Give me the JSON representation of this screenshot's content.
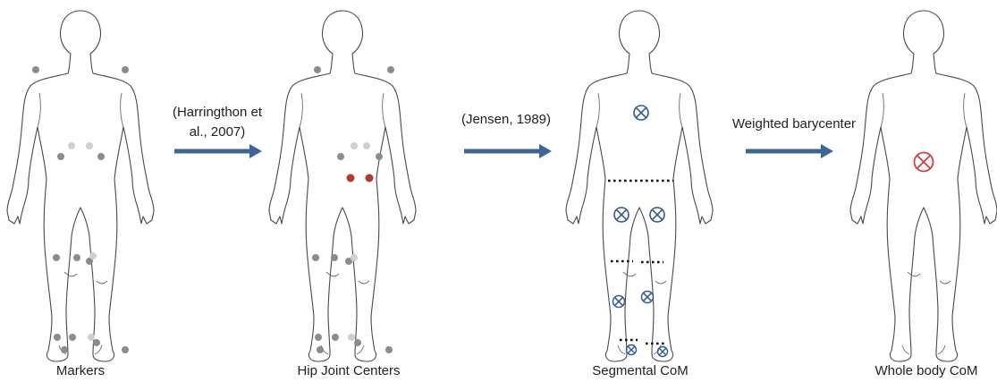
{
  "colors": {
    "outline": "#4a4a4a",
    "marker_dark": "#8c8c8c",
    "marker_light": "#cfcfcf",
    "hip_center": "#b33a2e",
    "segment_com": "#2f5a8f",
    "whole_com": "#d04040",
    "arrow": "#3c6696",
    "boundary": "#111111"
  },
  "icons": {
    "com_symbol": "circled-x-icon"
  },
  "figures": [
    {
      "id": "markers",
      "caption": "Markers"
    },
    {
      "id": "hip-joint-centers",
      "caption": "Hip Joint Centers"
    },
    {
      "id": "segmental-com",
      "caption": "Segmental CoM"
    },
    {
      "id": "whole-body-com",
      "caption": "Whole body CoM"
    }
  ],
  "arrows": [
    {
      "label_lines": [
        "(Harringthon et",
        "al., 2007)"
      ]
    },
    {
      "label_lines": [
        "(Jensen, 1989)"
      ]
    },
    {
      "label_lines": [
        "Weighted barycenter"
      ]
    }
  ]
}
